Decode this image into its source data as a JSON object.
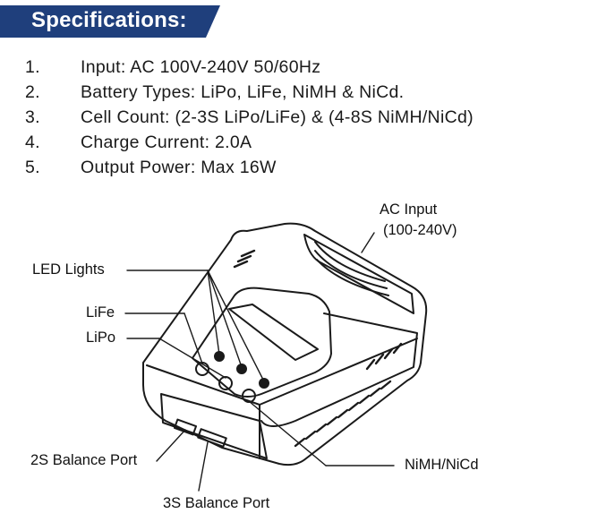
{
  "banner": {
    "title": "Specifications:"
  },
  "specs": [
    {
      "num": "1.",
      "text": "Input: AC 100V-240V 50/60Hz"
    },
    {
      "num": "2.",
      "text": "Battery Types: LiPo, LiFe, NiMH & NiCd."
    },
    {
      "num": "3.",
      "text": "Cell Count: (2-3S LiPo/LiFe) & (4-8S NiMH/NiCd)"
    },
    {
      "num": "4.",
      "text": "Charge Current: 2.0A"
    },
    {
      "num": "5.",
      "text": "Output Power: Max 16W"
    }
  ],
  "labels": {
    "ac_input": "AC Input",
    "ac_range": "(100-240V)",
    "led_lights": "LED Lights",
    "life": "LiFe",
    "lipo": "LiPo",
    "balance_2s": "2S Balance Port",
    "balance_3s": "3S Balance Port",
    "nimh_nicd": "NiMH/NiCd"
  },
  "colors": {
    "banner_bg": "#1f3f7c",
    "line": "#1a1a1a"
  }
}
